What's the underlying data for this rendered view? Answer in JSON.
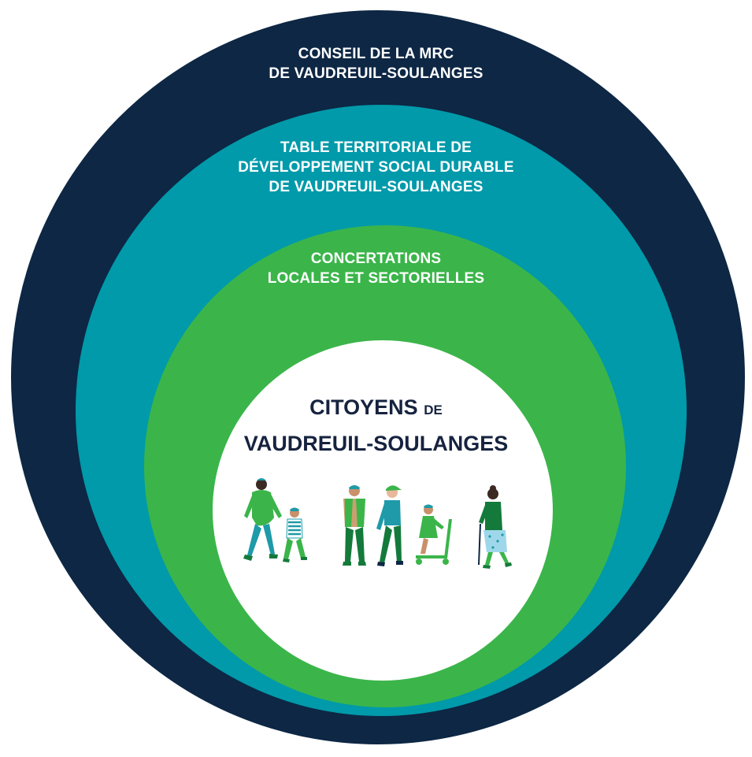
{
  "colors": {
    "outer": "#0d2744",
    "second": "#009aaa",
    "third": "#3bb54a",
    "core": "#ffffff",
    "core_text": "#16233f"
  },
  "rings": {
    "outer": {
      "line1": "CONSEIL DE LA MRC",
      "line2": "DE VAUDREUIL-SOULANGES"
    },
    "second": {
      "line1": "TABLE TERRITORIALE DE",
      "line2": "DÉVELOPPEMENT SOCIAL DURABLE",
      "line3": "DE VAUDREUIL-SOULANGES"
    },
    "third": {
      "line1": "CONCERTATIONS",
      "line2": "LOCALES ET SECTORIELLES"
    },
    "core": {
      "title_main": "CITOYENS",
      "title_small": "DE",
      "title_line2": "VAUDREUIL-SOULANGES"
    }
  },
  "illustration": {
    "icon": "people-group-icon",
    "figures": [
      "adult-walking-icon",
      "child-walking-icon",
      "adult-standing-icon",
      "woman-walking-icon",
      "child-scooter-icon",
      "elder-cane-icon"
    ]
  }
}
